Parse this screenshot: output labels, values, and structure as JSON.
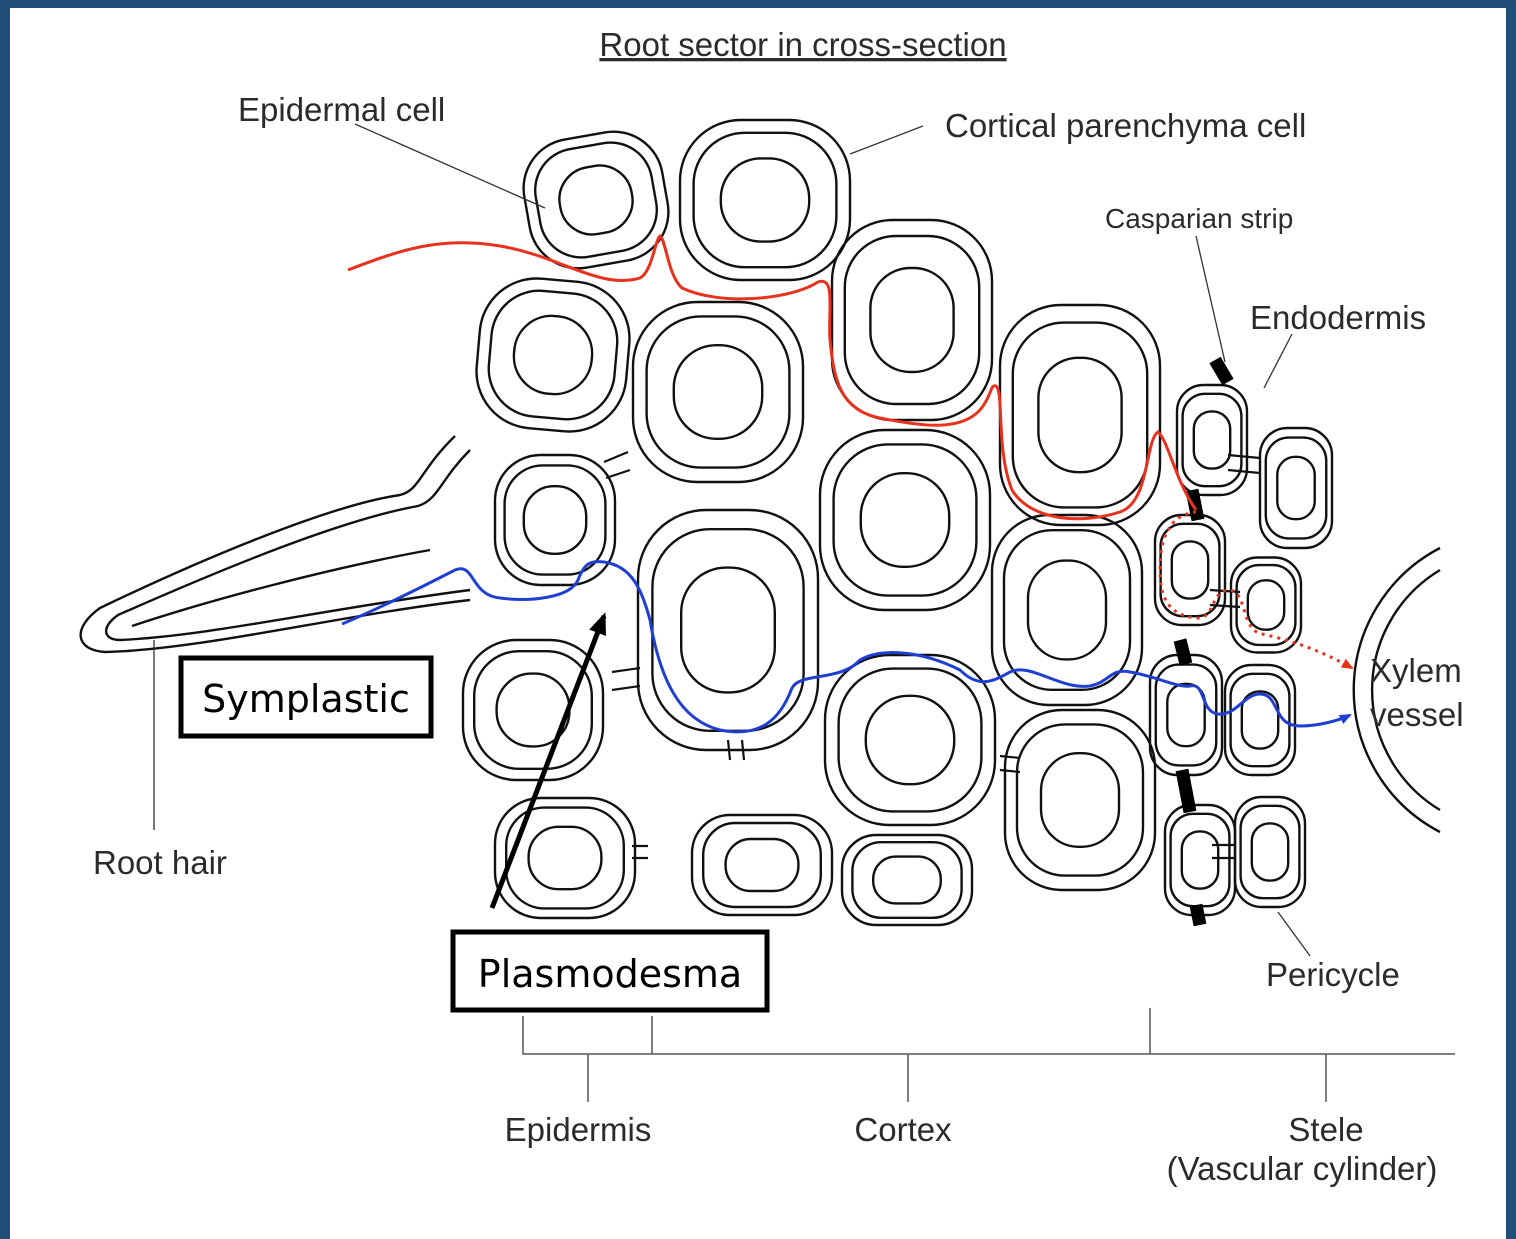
{
  "diagram": {
    "title": "Root sector in cross-section",
    "labels": {
      "epidermal_cell": "Epidermal cell",
      "cortical_cell": "Cortical parenchyma cell",
      "casparian_strip": "Casparian strip",
      "endodermis": "Endodermis",
      "xylem_line1": "Xylem",
      "xylem_line2": "vessel",
      "root_hair": "Root hair",
      "pericycle": "Pericycle"
    },
    "boxes": {
      "symplastic": "Symplastic",
      "plasmodesma": "Plasmodesma"
    },
    "regions": {
      "epidermis": "Epidermis",
      "cortex": "Cortex",
      "stele_line1": "Stele",
      "stele_line2": "(Vascular cylinder)"
    },
    "colors": {
      "apoplastic_path": "#e8321e",
      "symplastic_path": "#1f3fd0",
      "casparian_strip": "#000000",
      "frame": "#1f4e79"
    }
  }
}
